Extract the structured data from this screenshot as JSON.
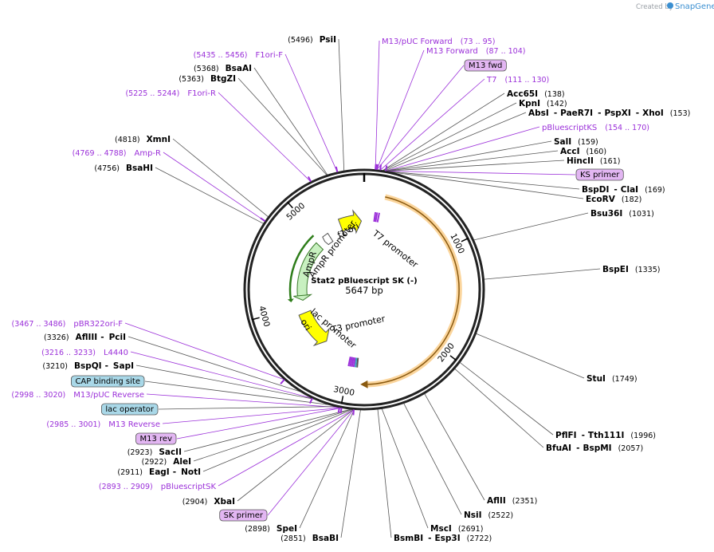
{
  "watermark": {
    "created_by": "Created by",
    "brand": "SnapGene"
  },
  "plasmid": {
    "name": "Stat2 pBluescript SK (-)",
    "size_label": "5647 bp",
    "length": 5647
  },
  "colors": {
    "enzyme": "#000000",
    "primer": "#9b30d9",
    "primer_box_fill": "#e2b6f2",
    "feature_box_fill": "#a9d8e8",
    "orf": "#f7b24a",
    "ampr": "#c8f0c0",
    "ori": "#ffff00"
  },
  "scale_ticks": [
    {
      "pos": 1000,
      "label": "1000"
    },
    {
      "pos": 2000,
      "label": "2000"
    },
    {
      "pos": 3000,
      "label": "3000"
    },
    {
      "pos": 4000,
      "label": "4000"
    },
    {
      "pos": 5000,
      "label": "5000"
    }
  ],
  "features": [
    {
      "name": "f1 ori",
      "label": "f1 ori"
    },
    {
      "name": "AmpR promoter",
      "label": "AmpR promoter"
    },
    {
      "name": "AmpR",
      "label": "AmpR"
    },
    {
      "name": "ori",
      "label": "ori"
    },
    {
      "name": "lac promoter",
      "label": "lac promoter"
    },
    {
      "name": "T3 promoter",
      "label": "T3 promoter"
    },
    {
      "name": "T7 promoter",
      "label": "T7 promoter"
    }
  ],
  "right_labels": [
    {
      "kind": "primer",
      "name": "M13/pUC Forward",
      "range": "(73 .. 95)",
      "site": 84
    },
    {
      "kind": "primer",
      "name": "M13 Forward",
      "range": "(87 .. 104)",
      "site": 95
    },
    {
      "kind": "primer_box",
      "name": "M13 fwd",
      "site": 95
    },
    {
      "kind": "primer",
      "name": "T7",
      "range": "(111 .. 130)",
      "site": 120
    },
    {
      "kind": "enzyme",
      "name": "Acc65I",
      "pos": "(138)",
      "site": 138
    },
    {
      "kind": "enzyme",
      "name": "KpnI",
      "pos": "(142)",
      "site": 142
    },
    {
      "kind": "enzyme_group",
      "parts": [
        "AbsI",
        "PaeR7I",
        "PspXI",
        "XhoI"
      ],
      "pos": "(153)",
      "site": 153
    },
    {
      "kind": "primer",
      "name": "pBluescriptKS",
      "range": "(154 .. 170)",
      "site": 162
    },
    {
      "kind": "enzyme",
      "name": "SalI",
      "pos": "(159)",
      "site": 159
    },
    {
      "kind": "enzyme",
      "name": "AccI",
      "pos": "(160)",
      "site": 160
    },
    {
      "kind": "enzyme",
      "name": "HincII",
      "pos": "(161)",
      "site": 161
    },
    {
      "kind": "primer_box",
      "name": "KS primer",
      "site": 162
    },
    {
      "kind": "enzyme_group",
      "parts": [
        "BspDI",
        "ClaI"
      ],
      "pos": "(169)",
      "site": 169
    },
    {
      "kind": "enzyme",
      "name": "EcoRV",
      "pos": "(182)",
      "site": 182
    },
    {
      "kind": "enzyme",
      "name": "Bsu36I",
      "pos": "(1031)",
      "site": 1031
    },
    {
      "kind": "enzyme",
      "name": "BspEI",
      "pos": "(1335)",
      "site": 1335
    },
    {
      "kind": "enzyme",
      "name": "StuI",
      "pos": "(1749)",
      "site": 1749
    },
    {
      "kind": "enzyme_group",
      "parts": [
        "PflFI",
        "Tth111I"
      ],
      "pos": "(1996)",
      "site": 1996
    },
    {
      "kind": "enzyme_group",
      "parts": [
        "BfuAI",
        "BspMI"
      ],
      "pos": "(2057)",
      "site": 2057
    }
  ],
  "bottom_labels": [
    {
      "kind": "enzyme",
      "name": "AflII",
      "pos": "(2351)",
      "site": 2351
    },
    {
      "kind": "enzyme",
      "name": "NsiI",
      "pos": "(2522)",
      "site": 2522
    },
    {
      "kind": "enzyme",
      "name": "MscI",
      "pos": "(2691)",
      "site": 2691
    },
    {
      "kind": "enzyme_group",
      "parts": [
        "BsmBI",
        "Esp3I"
      ],
      "pos": "(2722)",
      "site": 2722
    },
    {
      "kind": "enzyme",
      "name": "BsaBI",
      "pos": "(2851)",
      "site": 2851
    },
    {
      "kind": "enzyme",
      "name": "SpeI",
      "pos": "(2898)",
      "site": 2898
    }
  ],
  "left_labels": [
    {
      "kind": "enzyme",
      "name": "PsiI",
      "pos": "(5496)",
      "site": 5496
    },
    {
      "kind": "primer",
      "name": "F1ori-F",
      "range": "(5435 .. 5456)",
      "site": 5445
    },
    {
      "kind": "enzyme",
      "name": "BsaAI",
      "pos": "(5368)",
      "site": 5368
    },
    {
      "kind": "enzyme",
      "name": "BtgZI",
      "pos": "(5363)",
      "site": 5363
    },
    {
      "kind": "primer",
      "name": "F1ori-R",
      "range": "(5225 .. 5244)",
      "site": 5234
    },
    {
      "kind": "enzyme",
      "name": "XmnI",
      "pos": "(4818)",
      "site": 4818
    },
    {
      "kind": "primer",
      "name": "Amp-R",
      "range": "(4769 .. 4788)",
      "site": 4778
    },
    {
      "kind": "enzyme",
      "name": "BsaHI",
      "pos": "(4756)",
      "site": 4756
    },
    {
      "kind": "primer",
      "name": "pBR322ori-F",
      "range": "(3467 .. 3486)",
      "site": 3476
    },
    {
      "kind": "enzyme_group",
      "parts": [
        "AflIII",
        "PciI"
      ],
      "pos": "(3326)",
      "site": 3326
    },
    {
      "kind": "primer",
      "name": "L4440",
      "range": "(3216 .. 3233)",
      "site": 3224
    },
    {
      "kind": "enzyme_group",
      "parts": [
        "BspQI",
        "SapI"
      ],
      "pos": "(3210)",
      "site": 3210
    },
    {
      "kind": "feature_box",
      "name": "CAP binding site",
      "site": 3090
    },
    {
      "kind": "primer",
      "name": "M13/pUC Reverse",
      "range": "(2998 .. 3020)",
      "site": 3009
    },
    {
      "kind": "feature_box",
      "name": "lac operator",
      "site": 3040
    },
    {
      "kind": "primer",
      "name": "M13 Reverse",
      "range": "(2985 .. 3001)",
      "site": 2993
    },
    {
      "kind": "primer_box",
      "name": "M13 rev",
      "site": 2993
    },
    {
      "kind": "enzyme",
      "name": "SacII",
      "pos": "(2923)",
      "site": 2923
    },
    {
      "kind": "enzyme",
      "name": "AleI",
      "pos": "(2922)",
      "site": 2922
    },
    {
      "kind": "enzyme_group",
      "parts": [
        "EagI",
        "NotI"
      ],
      "pos": "(2911)",
      "site": 2911
    },
    {
      "kind": "primer",
      "name": "pBluescriptSK",
      "range": "(2893 .. 2909)",
      "site": 2901
    },
    {
      "kind": "enzyme",
      "name": "XbaI",
      "pos": "(2904)",
      "site": 2904
    },
    {
      "kind": "primer_box",
      "name": "SK primer",
      "site": 2901
    }
  ]
}
